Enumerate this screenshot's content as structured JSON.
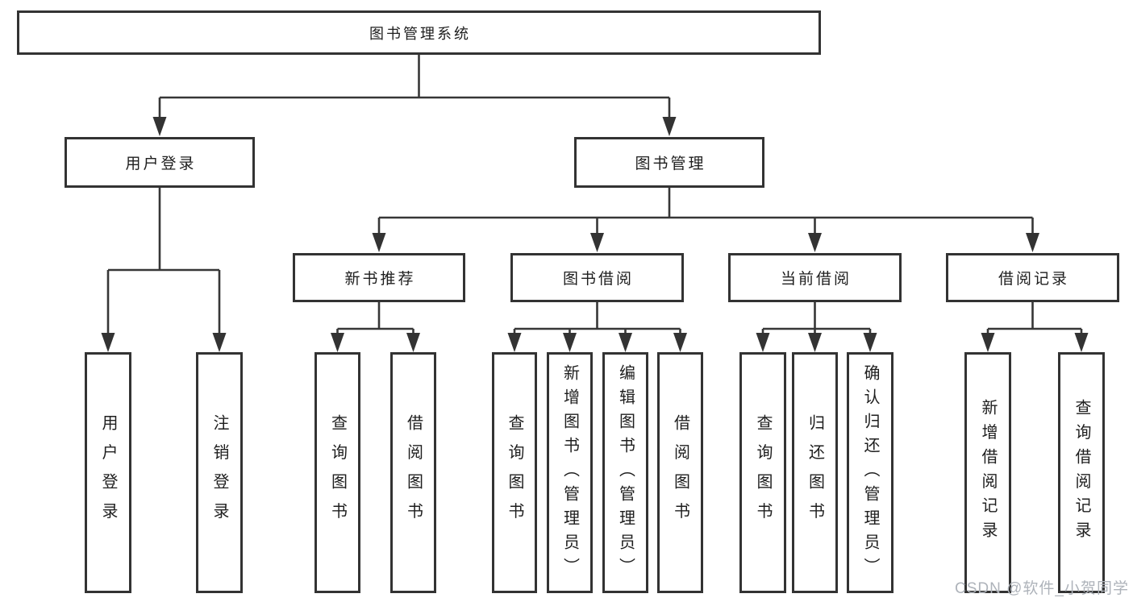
{
  "diagram": {
    "root": {
      "label": "图书管理系统"
    },
    "user_login": {
      "label": "用户登录",
      "children": {
        "login": {
          "label": "用户登录"
        },
        "logout": {
          "label": "注销登录"
        }
      }
    },
    "book_management": {
      "label": "图书管理",
      "children": {
        "new_book_recommend": {
          "label": "新书推荐",
          "children": {
            "query_books": {
              "label": "查询图书"
            },
            "borrow_books": {
              "label": "借阅图书"
            }
          }
        },
        "book_borrow": {
          "label": "图书借阅",
          "children": {
            "query_books": {
              "label": "查询图书"
            },
            "add_books_admin": {
              "label": "新增图书（管理员）"
            },
            "edit_books_admin": {
              "label": "编辑图书（管理员）"
            },
            "borrow_books": {
              "label": "借阅图书"
            }
          }
        },
        "current_borrow": {
          "label": "当前借阅",
          "children": {
            "query_books": {
              "label": "查询图书"
            },
            "return_books": {
              "label": "归还图书"
            },
            "confirm_return_admin": {
              "label": "确认归还（管理员）"
            }
          }
        },
        "borrow_record": {
          "label": "借阅记录",
          "children": {
            "add_borrow_record": {
              "label": "新增借阅记录"
            },
            "query_borrow_record": {
              "label": "查询借阅记录"
            }
          }
        }
      }
    }
  },
  "watermark": {
    "text": "CSDN @软件_小贺同学"
  },
  "colors": {
    "line": "#373737",
    "border": "#333333",
    "text": "#1e1e1e",
    "watermark": "#aeb3ba",
    "background": "#ffffff"
  }
}
